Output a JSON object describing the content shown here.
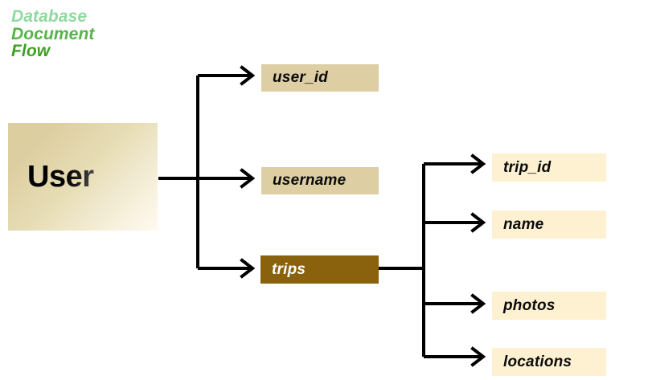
{
  "logo": {
    "lines": [
      {
        "text": "Database",
        "color": "#8fd9a0"
      },
      {
        "text": "Document",
        "color": "#56b34a"
      },
      {
        "text": "Flow",
        "color": "#3f9e22"
      }
    ]
  },
  "diagram": {
    "type": "tree",
    "background": "#ffffff",
    "root": {
      "label": "User",
      "kind": "entity",
      "fill_from": "#ddcea0",
      "fill_to": "#fffaf0",
      "text_color": "#000000"
    },
    "fields": [
      {
        "label": "user_id",
        "kind": "field",
        "fill": "#ddcfa3",
        "text_color": "#0b0b0b",
        "children": []
      },
      {
        "label": "username",
        "kind": "field",
        "fill": "#ddcfa3",
        "text_color": "#0b0b0b",
        "children": []
      },
      {
        "label": "trips",
        "kind": "embedded-document",
        "fill": "#8a610d",
        "text_color": "#ffffff",
        "children": [
          {
            "label": "trip_id",
            "kind": "field",
            "fill": "#fdf1d2",
            "text_color": "#0b0b0b"
          },
          {
            "label": "name",
            "kind": "field",
            "fill": "#fdf1d2",
            "text_color": "#0b0b0b"
          },
          {
            "label": "photos",
            "kind": "field",
            "fill": "#fdf1d2",
            "text_color": "#0b0b0b"
          },
          {
            "label": "locations",
            "kind": "field",
            "fill": "#fdf1d2",
            "text_color": "#0b0b0b"
          }
        ]
      }
    ],
    "connector": {
      "style": "orthogonal",
      "arrowhead": "open-v",
      "color": "#000000",
      "stroke_width": 4
    }
  }
}
